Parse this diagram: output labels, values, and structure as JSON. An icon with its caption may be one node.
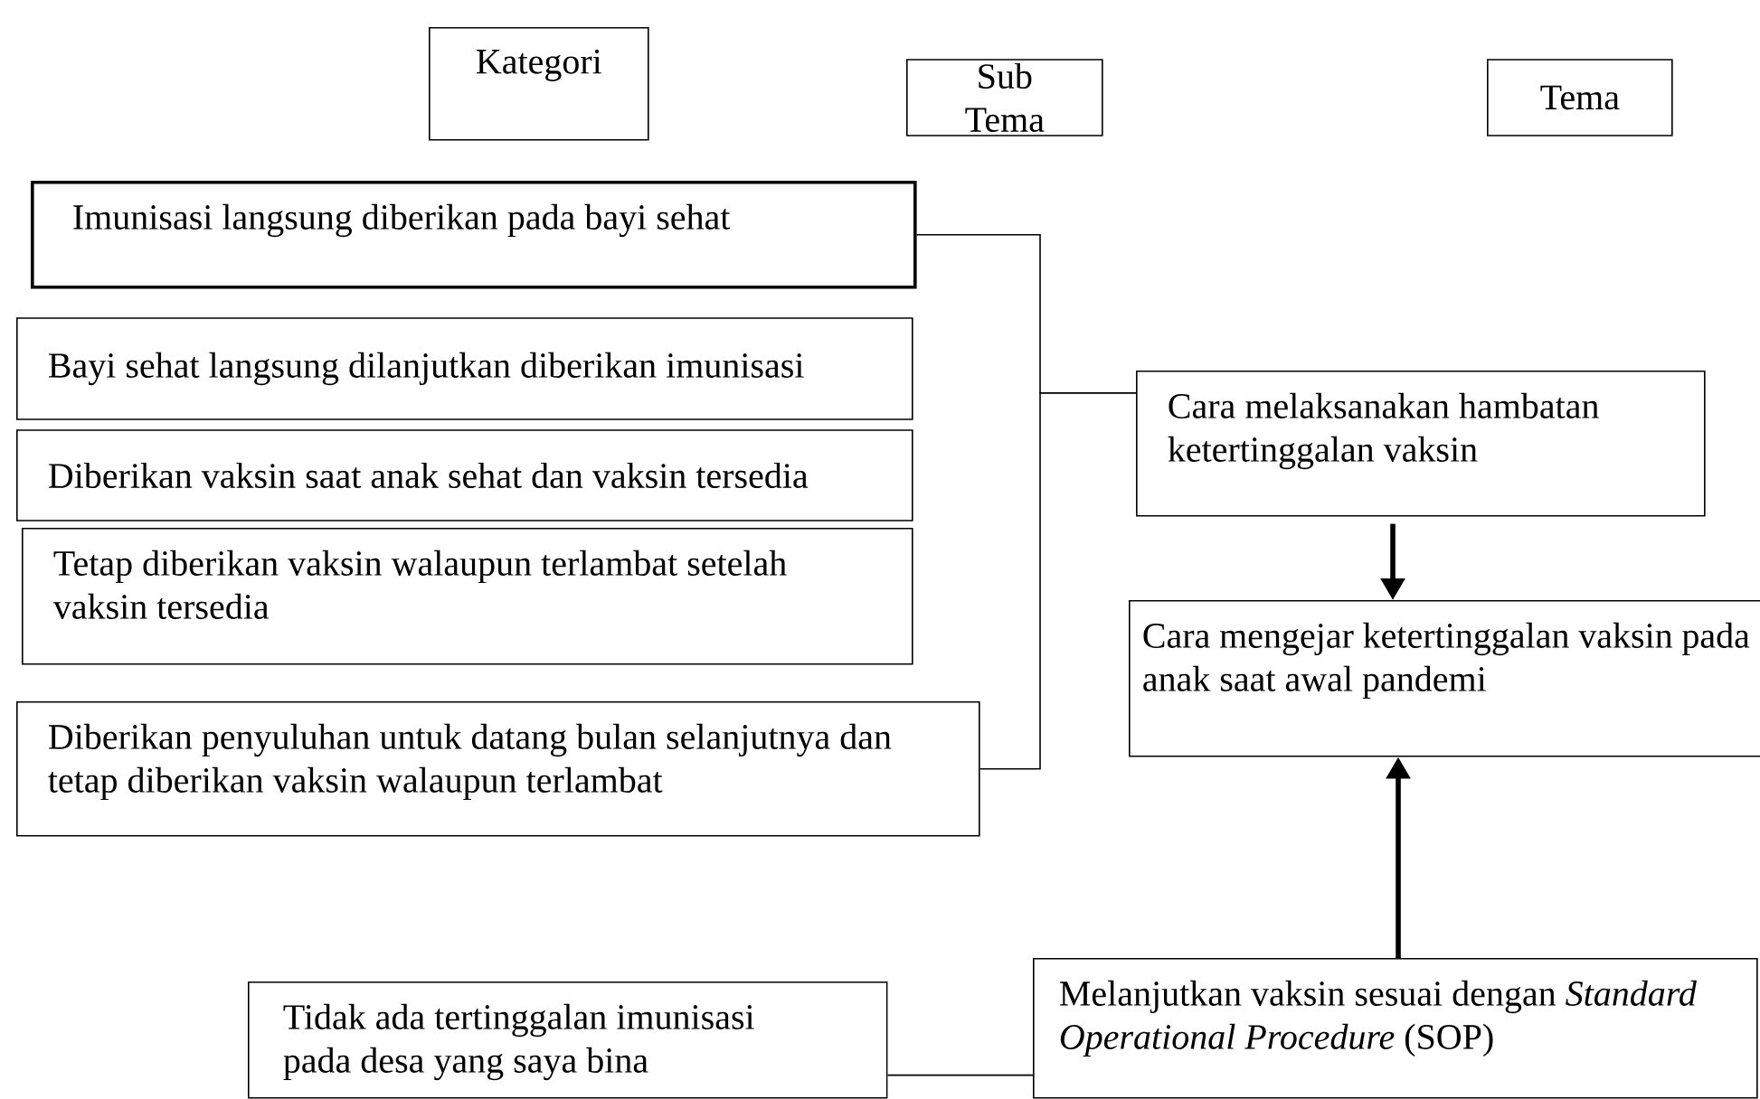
{
  "diagram": {
    "nodes": [
      {
        "text": [
          "Kategori"
        ]
      },
      {
        "text": [
          "Sub Tema"
        ]
      },
      {
        "text": [
          "Tema"
        ]
      },
      {
        "text": [
          "Imunisasi langsung diberikan pada bayi sehat"
        ]
      },
      {
        "text": [
          "Bayi sehat langsung dilanjutkan diberikan imunisasi"
        ]
      },
      {
        "text": [
          "Diberikan vaksin saat anak sehat dan vaksin tersedia"
        ]
      },
      {
        "text": [
          "Tetap diberikan vaksin walaupun terlambat setelah vaksin tersedia"
        ]
      },
      {
        "text": [
          "Diberikan penyuluhan untuk datang bulan selanjutnya dan tetap diberikan vaksin walaupun terlambat"
        ]
      },
      {
        "text": [
          "Cara melaksanakan hambatan ketertinggalan vaksin"
        ]
      },
      {
        "text": [
          "Cara mengejar ketertinggalan vaksin pada anak saat awal pandemi"
        ]
      },
      {
        "text": [
          "Tidak ada tertinggalan imunisasi pada desa yang saya bina"
        ]
      },
      {
        "text": [
          "Melanjutkan vaksin sesuai dengan *Standard Operational Procedure* (SOP)"
        ]
      }
    ],
    "edges": [
      {
        "from": 3,
        "to": 8,
        "arrow": "none"
      },
      {
        "from": 7,
        "to": 8,
        "arrow": "none"
      },
      {
        "from": 8,
        "to": 9,
        "arrow": "to",
        "style": "thick"
      },
      {
        "from": 11,
        "to": 9,
        "arrow": "to",
        "style": "thick"
      },
      {
        "from": 10,
        "to": 11,
        "arrow": "none"
      }
    ]
  }
}
